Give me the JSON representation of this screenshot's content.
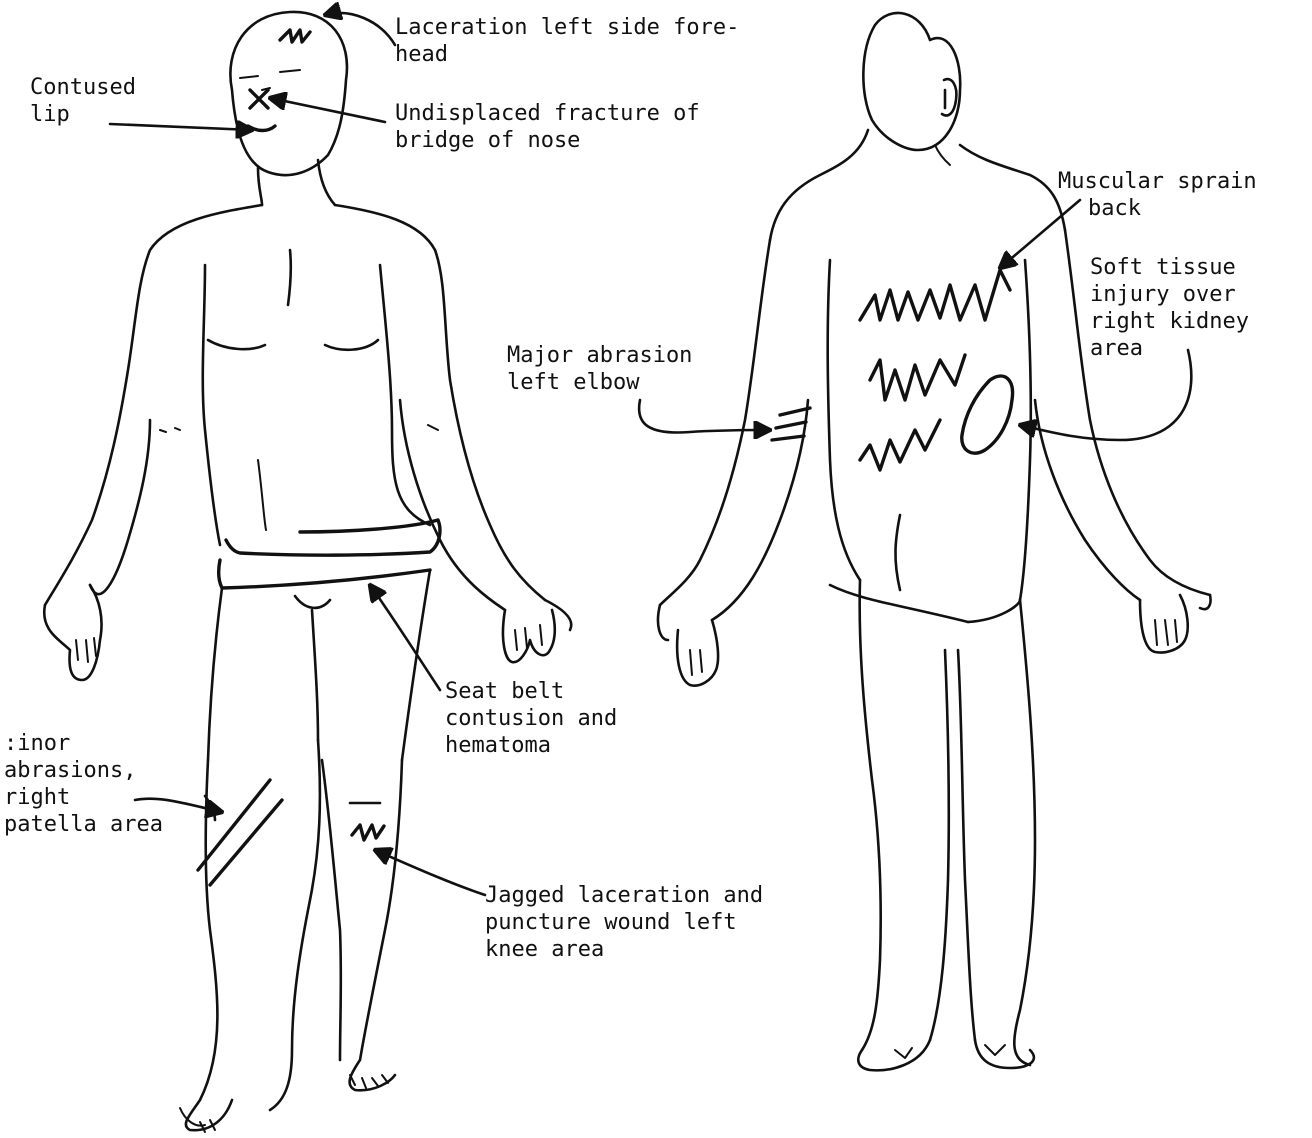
{
  "annotations": {
    "forehead": {
      "lines": [
        "Laceration left side fore-",
        "head"
      ]
    },
    "lip": {
      "lines": [
        "Contused",
        "lip"
      ]
    },
    "nose": {
      "lines": [
        "Undisplaced fracture of",
        "bridge of nose"
      ]
    },
    "back": {
      "lines": [
        "Muscular sprain",
        "back"
      ]
    },
    "kidney": {
      "lines": [
        "Soft tissue",
        "injury over",
        "right kidney",
        "area"
      ]
    },
    "elbow": {
      "lines": [
        "Major abrasion",
        "left elbow"
      ]
    },
    "seatbelt": {
      "lines": [
        "Seat belt",
        "contusion and",
        "hematoma"
      ]
    },
    "patella": {
      "lines": [
        ":inor",
        "abrasions,",
        "right",
        "patella area"
      ]
    },
    "knee": {
      "lines": [
        "Jagged laceration and",
        "puncture wound left",
        "knee area"
      ]
    }
  },
  "figures": [
    "front-view-figure",
    "back-view-figure"
  ]
}
